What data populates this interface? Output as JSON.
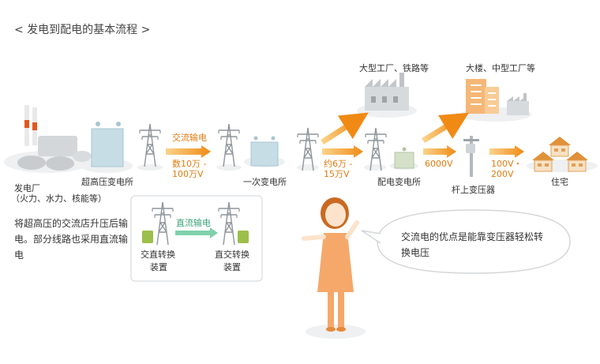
{
  "title": "< 发电到配电的基本流程 >",
  "stages": {
    "power_plant": {
      "label": "发电厂",
      "sublabel": "（火力、水力、核能等）"
    },
    "uhv_substation": {
      "label": "超高压变电所"
    },
    "primary_substation": {
      "label": "一次变电所"
    },
    "distribution_substation": {
      "label": "配电变电所"
    },
    "pole_transformer": {
      "label": "杆上变压器"
    },
    "residence": {
      "label": "住宅"
    },
    "large_factory": {
      "label": "大型工厂、铁路等"
    },
    "building": {
      "label": "大楼、中型工厂等"
    }
  },
  "arrows": {
    "ac_transmission": "交流输电",
    "voltage_1a": "数10万 -",
    "voltage_1b": "100万V",
    "voltage_2a": "约6万 -",
    "voltage_2b": "15万V",
    "voltage_3": "6000V",
    "voltage_4a": "100V・",
    "voltage_4b": "200V"
  },
  "note": "将超高压的交流店升压后输电。部分线路也采用直流输电",
  "dc_box": {
    "dc_label": "直流输电",
    "converter_left_a": "交直转换",
    "converter_left_b": "装置",
    "converter_right_a": "直交转换",
    "converter_right_b": "装置"
  },
  "bubble": "交流电的优点是能靠变压器轻松转换电压",
  "colors": {
    "orange": "#f0951e",
    "teal": "#5cc39a",
    "ground": "#eef0f1"
  }
}
